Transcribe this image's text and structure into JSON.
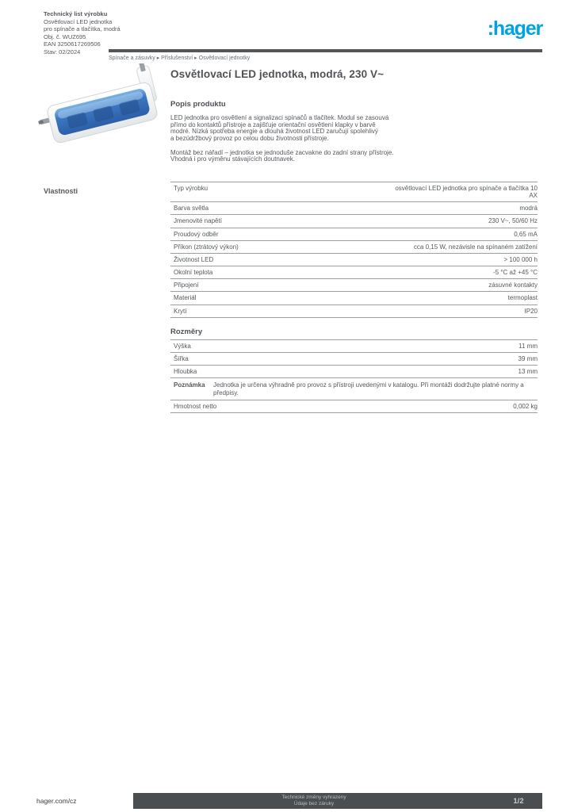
{
  "header": {
    "left_lines": [
      "Technický list výrobku",
      "Osvětlovací LED jednotka",
      "pro spínače a tlačítka, modrá",
      "Obj. č. WUZ695",
      "EAN 3250617269506",
      "Stav: 02/2024"
    ],
    "breadcrumb": "Spínače a zásuvky ▸ Příslušenství ▸ Osvětlovací jednotky",
    "logo_text": ":hager",
    "brand_color": "#00a3e0"
  },
  "product": {
    "title": "Osvětlovací LED jednotka, modrá, 230 V~",
    "image_alt": "led-module-blue"
  },
  "description": {
    "heading": "Popis produktu",
    "paragraph1": [
      "LED jednotka pro osvětlení a signalizaci spínačů a tlačítek. Modul se zasouvá",
      "přímo do kontaktů přístroje a zajišťuje orientační osvětlení klapky v barvě",
      "modré. Nízká spotřeba energie a dlouhá životnost LED zaručují spolehlivý",
      "a bezúdržbový provoz po celou dobu životnosti přístroje."
    ],
    "paragraph2": [
      "Montáž bez nářadí – jednotka se jednoduše zacvakne do zadní strany přístroje.",
      "Vhodná i pro výměnu stávajících doutnavek."
    ]
  },
  "properties": {
    "side_label": "Vlastnosti",
    "rows": [
      {
        "label": "Typ výrobku",
        "value": "osvětlovací LED jednotka pro spínače a tlačítka 10 AX"
      },
      {
        "label": "Barva světla",
        "value": "modrá"
      },
      {
        "label": "Jmenovité napětí",
        "value": "230 V~, 50/60 Hz"
      },
      {
        "label": "Proudový odběr",
        "value": "0,65 mA"
      },
      {
        "label": "Příkon (ztrátový výkon)",
        "value": "cca 0,15 W, nezávisle na spínaném zatížení"
      },
      {
        "label": "Životnost LED",
        "value": "> 100 000 h"
      },
      {
        "label": "Okolní teplota",
        "value": "-5 °C až +45 °C"
      },
      {
        "label": "Připojení",
        "value": "zásuvné kontakty"
      },
      {
        "label": "Materiál",
        "value": "termoplast"
      },
      {
        "label": "Krytí",
        "value": "IP20"
      }
    ]
  },
  "dimensions": {
    "heading": "Rozměry",
    "rows": [
      {
        "label": "Výška",
        "value": "11 mm"
      },
      {
        "label": "Šířka",
        "value": "39 mm"
      },
      {
        "label": "Hloubka",
        "value": "13 mm"
      }
    ],
    "note_label": "Poznámka",
    "note_lines": "Jednotka je určena výhradně pro provoz s přístroji uvedenými v katalogu. Při montáži dodržujte platné normy a předpisy.",
    "last_row": {
      "label": "Hmotnost netto",
      "value": "0,002 kg"
    }
  },
  "footer": {
    "site": "hager.com/cz",
    "center_line1": "Technické změny vyhrazeny",
    "center_line2": "Údaje bez záruky",
    "page": "1/2"
  }
}
